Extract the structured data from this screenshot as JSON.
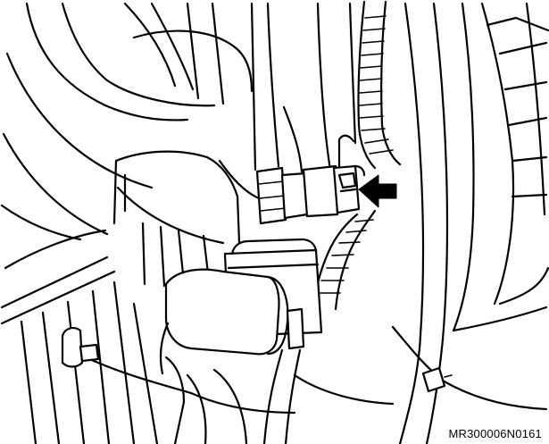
{
  "figure": {
    "code": "MR300006N0161",
    "colors": {
      "line": "#000000",
      "background": "#ffffff",
      "pointer": "#000000"
    },
    "callouts": [
      {
        "type": "arrow",
        "points_to": "connector"
      }
    ]
  }
}
